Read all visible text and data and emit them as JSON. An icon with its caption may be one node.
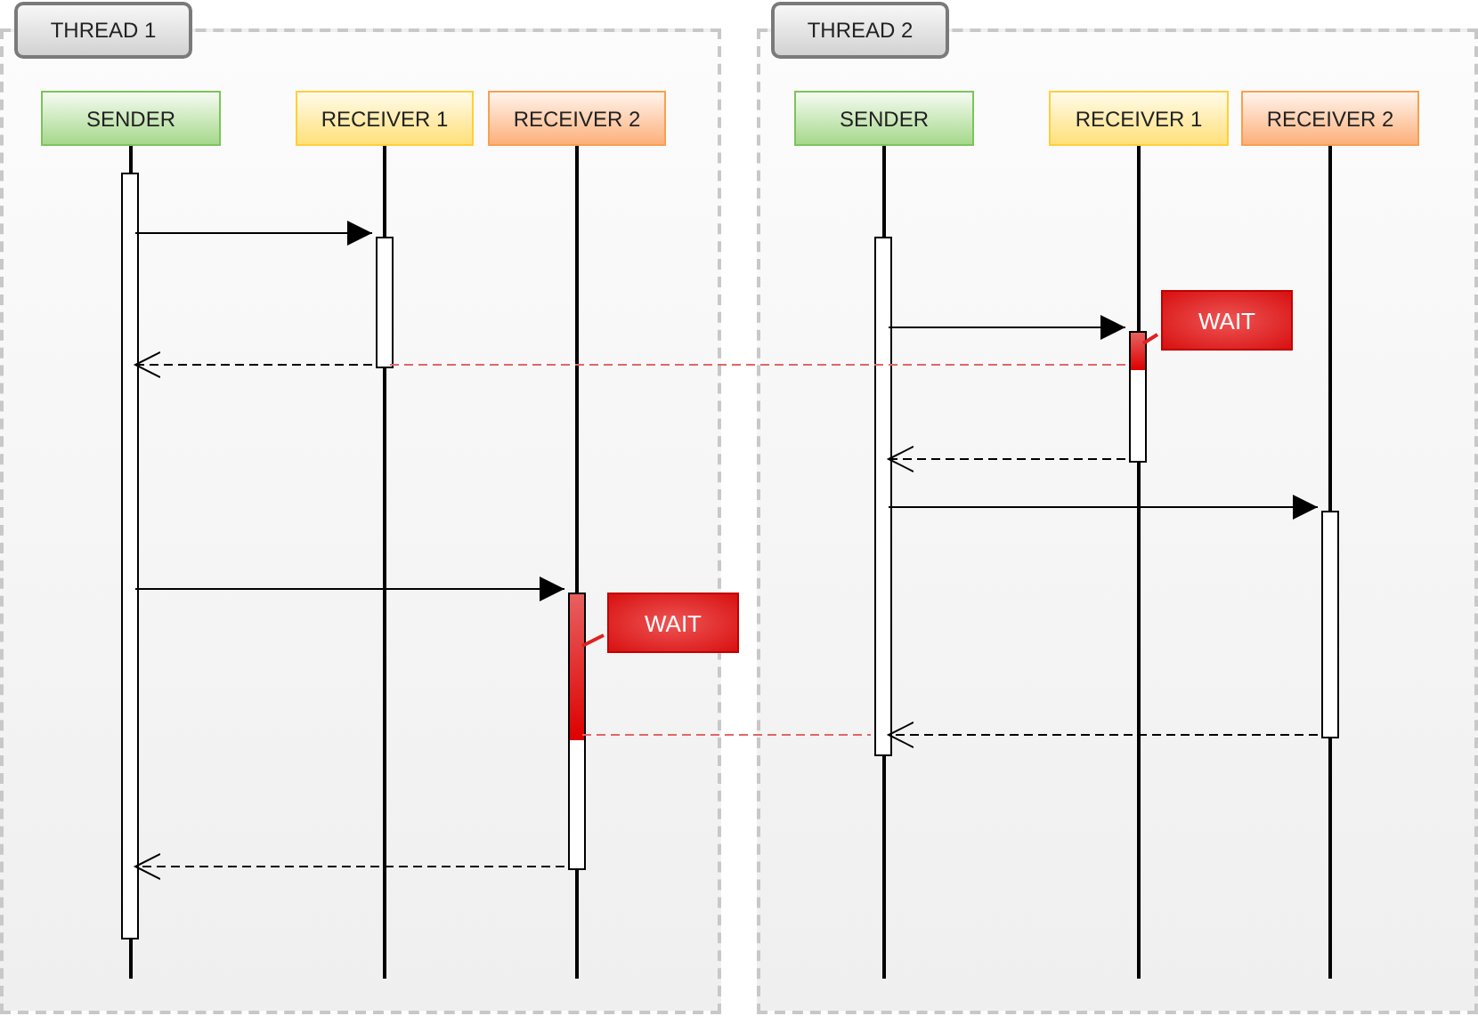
{
  "diagram": {
    "nodes": [
      {
        "text": [
          "THREAD 1"
        ]
      },
      {
        "text": [
          "SENDER"
        ],
        "in": 0
      },
      {
        "text": [
          "RECEIVER 1"
        ],
        "in": 0
      },
      {
        "text": [
          "RECEIVER 2"
        ],
        "in": 0
      },
      {
        "text": [],
        "shape": "bar",
        "in": 0
      },
      {
        "text": [],
        "shape": "bar",
        "in": 0
      },
      {
        "text": [],
        "shape": "bar",
        "in": 0
      },
      {
        "text": [
          "WAIT"
        ],
        "in": 0
      },
      {
        "text": [
          "THREAD 2"
        ]
      },
      {
        "text": [
          "SENDER"
        ],
        "in": 8
      },
      {
        "text": [
          "RECEIVER 1"
        ],
        "in": 8
      },
      {
        "text": [
          "RECEIVER 2"
        ],
        "in": 8
      },
      {
        "text": [],
        "shape": "bar",
        "in": 8
      },
      {
        "text": [],
        "shape": "bar",
        "in": 8
      },
      {
        "text": [],
        "shape": "bar",
        "in": 8
      },
      {
        "text": [
          "WAIT"
        ],
        "in": 8
      }
    ],
    "edges": [
      {
        "from": 4,
        "to": 5,
        "arrow": "to"
      },
      {
        "from": 5,
        "to": 4,
        "arrow": "to",
        "style": "dashed"
      },
      {
        "from": 4,
        "to": 6,
        "arrow": "to"
      },
      {
        "from": 6,
        "to": 4,
        "arrow": "to",
        "style": "dashed"
      },
      {
        "from": 7,
        "to": 6,
        "arrow": "none",
        "color": "#e02020"
      },
      {
        "from": 5,
        "to": 13,
        "arrow": "none",
        "style": "dashed",
        "color": "#e06666"
      },
      {
        "from": 6,
        "to": 12,
        "arrow": "none",
        "style": "dashed",
        "color": "#e06666"
      },
      {
        "from": 12,
        "to": 13,
        "arrow": "to"
      },
      {
        "from": 13,
        "to": 12,
        "arrow": "to",
        "style": "dashed"
      },
      {
        "from": 12,
        "to": 14,
        "arrow": "to"
      },
      {
        "from": 14,
        "to": 12,
        "arrow": "to",
        "style": "dashed"
      },
      {
        "from": 15,
        "to": 13,
        "arrow": "none",
        "color": "#e02020"
      }
    ]
  }
}
